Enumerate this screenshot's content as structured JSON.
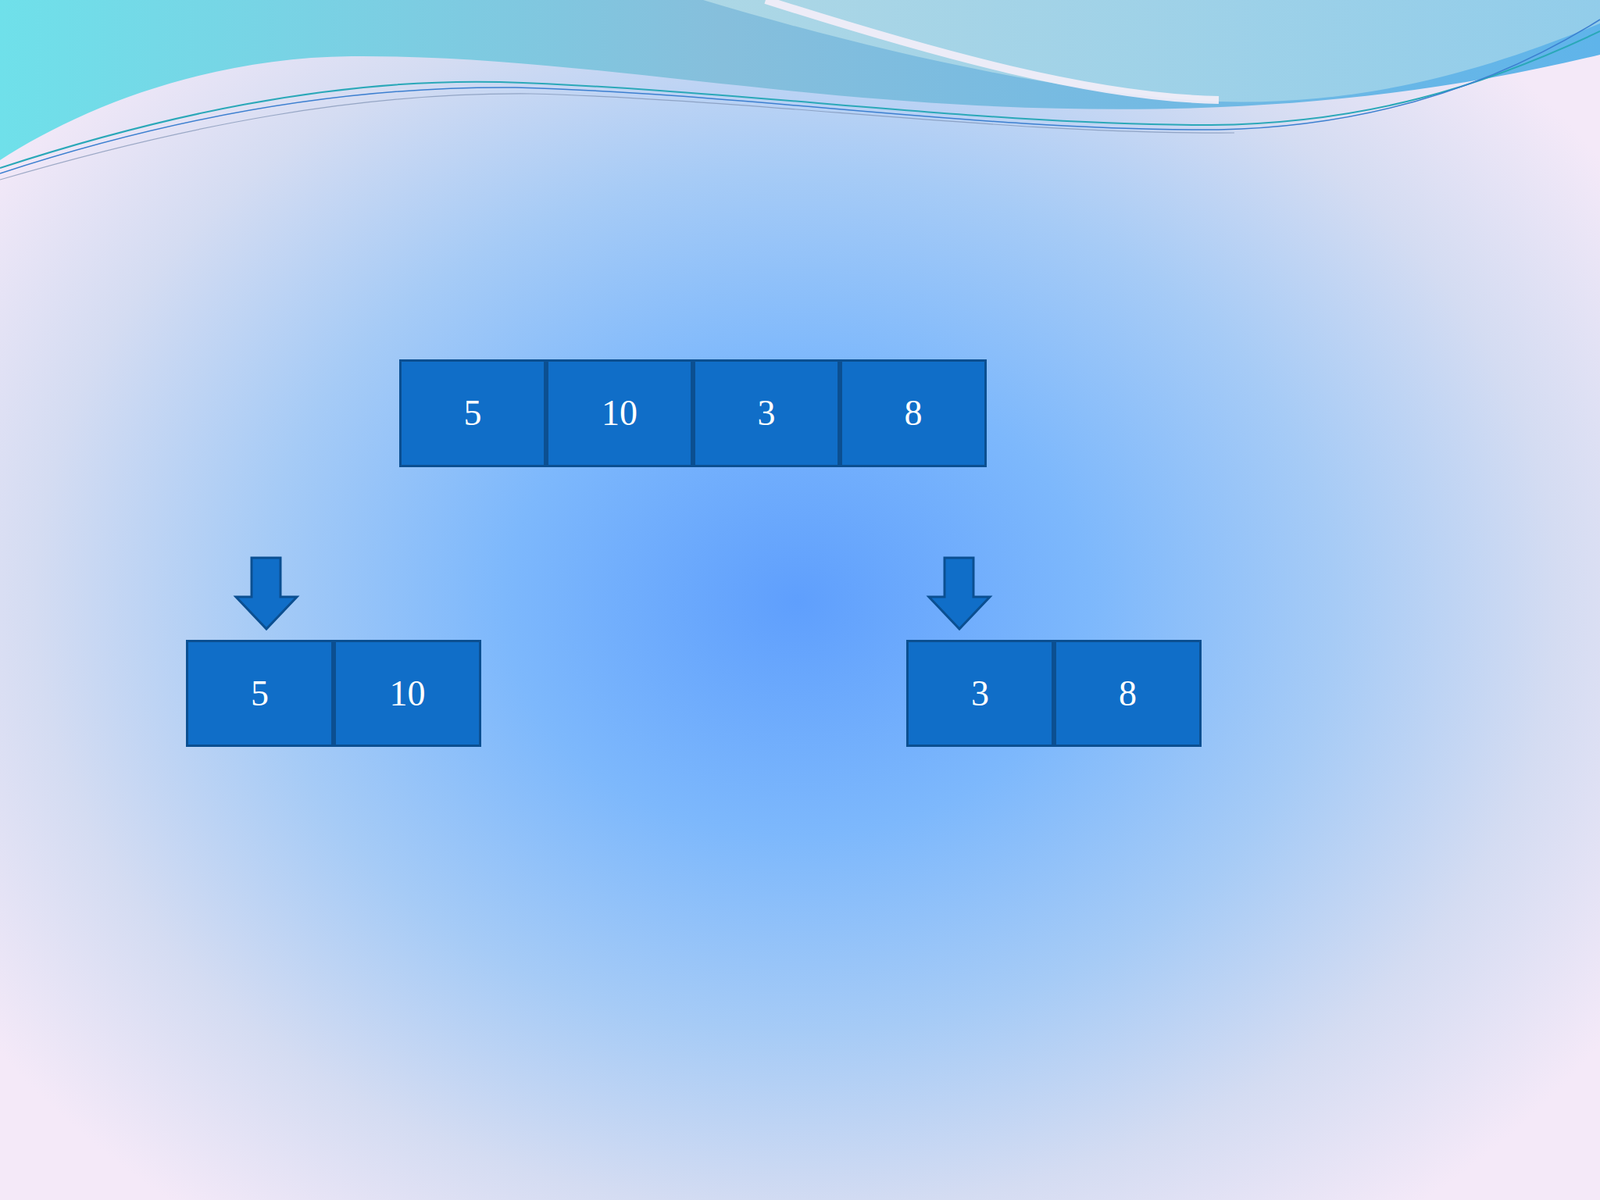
{
  "diagram": {
    "nodes": [
      {
        "text": [
          "5"
        ]
      },
      {
        "text": [
          "10"
        ]
      },
      {
        "text": [
          "3"
        ]
      },
      {
        "text": [
          "8"
        ]
      },
      {
        "text": [
          "5"
        ]
      },
      {
        "text": [
          "10"
        ]
      },
      {
        "text": [
          "3"
        ]
      },
      {
        "text": [
          "8"
        ]
      }
    ]
  }
}
